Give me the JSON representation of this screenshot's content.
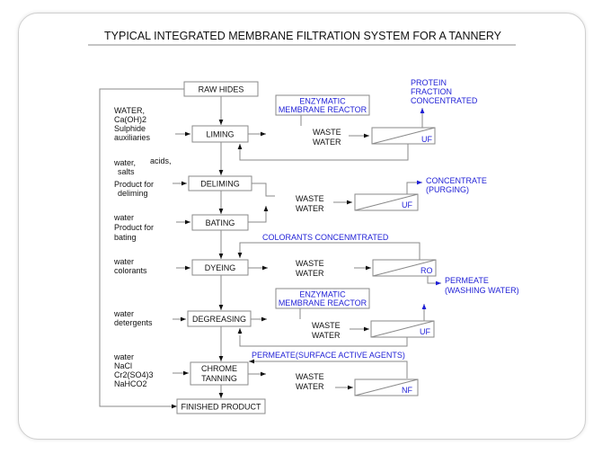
{
  "title": "TYPICAL INTEGRATED MEMBRANE FILTRATION SYSTEM FOR A TANNERY",
  "process_steps": {
    "raw_hides": "RAW HIDES",
    "liming": "LIMING",
    "deliming": "DELIMING",
    "bating": "BATING",
    "dyeing": "DYEING",
    "degreasing": "DEGREASING",
    "chrome_tanning": [
      "CHROME",
      "TANNING"
    ],
    "finished_product": "FINISHED PRODUCT"
  },
  "inputs": {
    "liming": [
      "WATER,",
      "Ca(OH)2",
      "Sulphide",
      "auxiliaries"
    ],
    "deliming_water": [
      "water,",
      "salts"
    ],
    "deliming_acids": "acids,",
    "deliming_product": [
      "Product for",
      "deliming"
    ],
    "bating": [
      "water",
      "Product for",
      "bating"
    ],
    "dyeing": [
      "water",
      "colorants"
    ],
    "degreasing": [
      "water",
      "detergents"
    ],
    "chrome_tanning": [
      "water",
      "NaCl",
      "Cr2(SO4)3",
      "NaHCO2"
    ]
  },
  "waste_water": [
    "WASTE",
    "WATER"
  ],
  "membranes": {
    "uf": "UF",
    "ro": "RO",
    "nf": "NF"
  },
  "reactor": [
    "ENZYMATIC",
    "MEMBRANE REACTOR"
  ],
  "outputs": {
    "protein": [
      "PROTEIN",
      "FRACTION",
      "CONCENTRATED"
    ],
    "concentrate": [
      "CONCENTRATE",
      "(PURGING)"
    ],
    "colorants": "COLORANTS CONCENMTRATED",
    "permeate_washing": [
      "PERMEATE",
      "(WASHING WATER)"
    ],
    "permeate_surface": "PERMEATE(SURFACE ACTIVE AGENTS)"
  },
  "colors": {
    "line": "#8a8a8a",
    "text": "#111111",
    "accent_blue": "#1f1fd6"
  }
}
